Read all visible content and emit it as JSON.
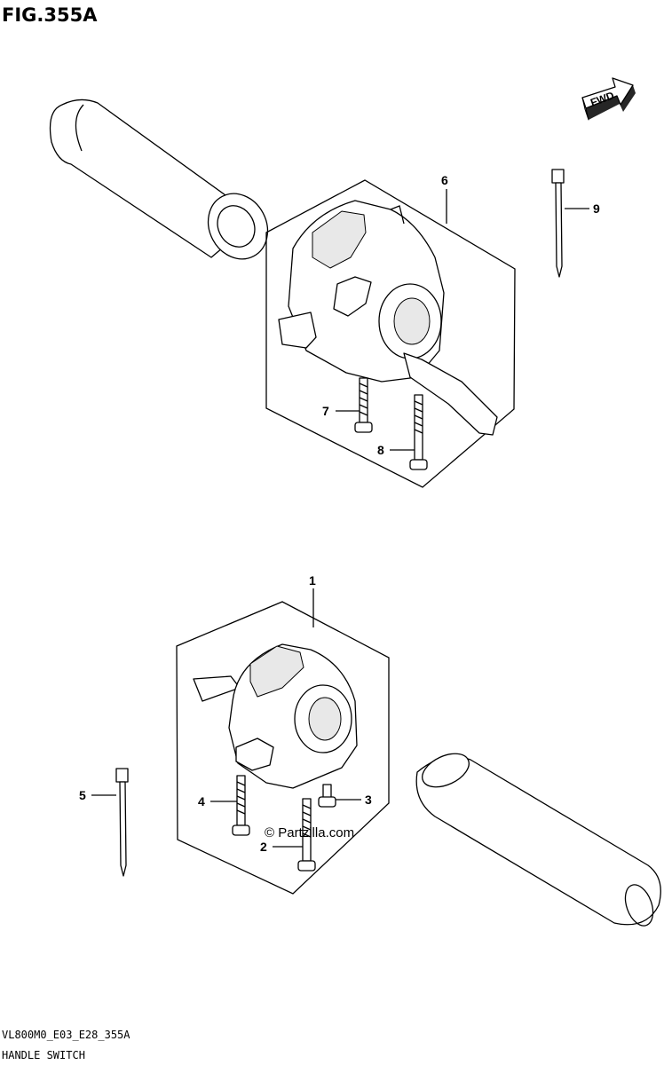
{
  "figure": {
    "title": "FIG.355A",
    "direction_label": "FWD",
    "watermark": "© Partzilla.com",
    "footer_code": "VL800M0_E03_E28_355A",
    "footer_name": "HANDLE SWITCH"
  },
  "callouts": [
    "1",
    "2",
    "3",
    "4",
    "5",
    "6",
    "7",
    "8",
    "9"
  ]
}
